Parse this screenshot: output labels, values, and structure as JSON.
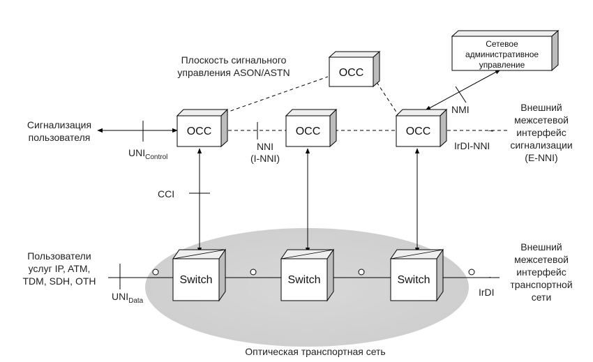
{
  "diagram": {
    "occ_label": "OCC",
    "switch_label": "Switch",
    "nm_box": [
      "Сетевое",
      "административное",
      "управление"
    ],
    "control_plane_title": [
      "Плоскость сигнального",
      "управления ASON/ASTN"
    ],
    "user_signaling": [
      "Сигнализация",
      "пользователя"
    ],
    "uni_control": {
      "base": "UNI",
      "sub": "Control"
    },
    "uni_data": {
      "base": "UNI",
      "sub": "Data"
    },
    "nni": [
      "NNI",
      "(I-NNI)"
    ],
    "nmi": "NMI",
    "irdi_nni": "IrDI-NNI",
    "irdi": "IrDI",
    "cci": "CCI",
    "external_signaling": [
      "Внешний",
      "межсетевой",
      "интерфейс",
      "сигнализации",
      "(E-NNI)"
    ],
    "external_transport": [
      "Внешний",
      "межсетевой",
      "интерфейс",
      "транспортной",
      "сети"
    ],
    "service_users": [
      "Пользователи",
      "услуг IP, ATM,",
      "TDM, SDH, OTH"
    ],
    "transport_network": "Оптическая транспортная сеть",
    "ellipsis": "~"
  }
}
